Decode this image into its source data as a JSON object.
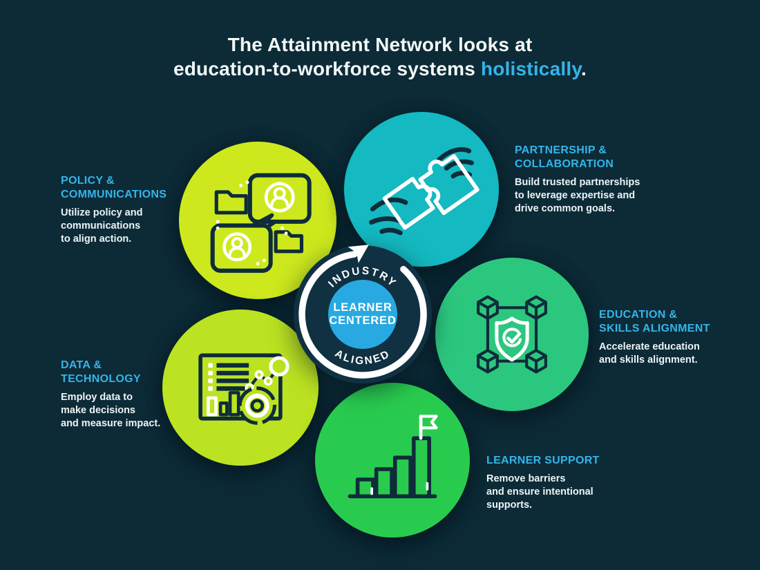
{
  "title": {
    "line1": "The Attainment Network looks at",
    "line2_prefix": "education-to-workforce systems ",
    "line2_highlight": "holistically",
    "line2_suffix": "."
  },
  "center": {
    "ring_top_label": "INDUSTRY",
    "ring_bottom_label": "ALIGNED",
    "core_line1": "LEARNER",
    "core_line2": "CENTERED"
  },
  "sections": [
    {
      "id": "policy-communications",
      "heading": "POLICY &\nCOMMUNICATIONS",
      "body": "Utilize policy and\ncommunications\nto align action.",
      "icon": "chat-bubbles-folders-icon",
      "circle_color": "#cde91d"
    },
    {
      "id": "partnership-collaboration",
      "heading": "PARTNERSHIP &\nCOLLABORATION",
      "body": "Build trusted partnerships\nto leverage expertise and\ndrive common goals.",
      "icon": "hands-puzzle-icon",
      "circle_color": "#14b9c1"
    },
    {
      "id": "education-skills-alignment",
      "heading": "EDUCATION &\nSKILLS ALIGNMENT",
      "body": "Accelerate education\nand skills alignment.",
      "icon": "linked-cubes-shield-icon",
      "circle_color": "#2cc77e"
    },
    {
      "id": "learner-support",
      "heading": "LEARNER SUPPORT",
      "body": "Remove barriers\nand ensure intentional\nsupports.",
      "icon": "growth-bars-flag-icon",
      "circle_color": "#29cb4f"
    },
    {
      "id": "data-technology",
      "heading": "DATA &\nTECHNOLOGY",
      "body": "Employ data to\nmake decisions\nand measure impact.",
      "icon": "analytics-dashboard-icon",
      "circle_color": "#bce321"
    }
  ],
  "colors": {
    "background": "#0c2b37",
    "accent_blue": "#35b4e9",
    "core_blue": "#29a9e1",
    "outline_navy": "#0e2c3a",
    "text_white": "#f2f7f8"
  }
}
